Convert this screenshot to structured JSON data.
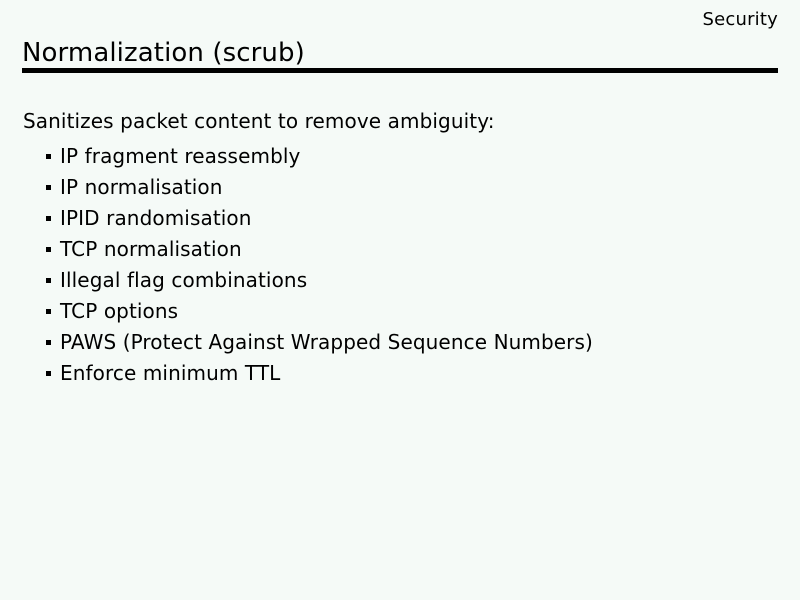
{
  "slide": {
    "header": "Security",
    "title": "Normalization (scrub)",
    "intro": "Sanitizes packet content to remove ambiguity:",
    "bullets": [
      {
        "label": "IP fragment reassembly"
      },
      {
        "label": "IP normalisation"
      },
      {
        "label": "IPID randomisation"
      },
      {
        "label": "TCP normalisation"
      },
      {
        "label": "Illegal flag combinations"
      },
      {
        "label": "TCP options"
      },
      {
        "label": "PAWS (Protect Against Wrapped Sequence Numbers)"
      },
      {
        "label": "Enforce minimum TTL"
      }
    ],
    "colors": {
      "background": "#f5faf7",
      "text": "#000000",
      "rule": "#000000"
    }
  }
}
